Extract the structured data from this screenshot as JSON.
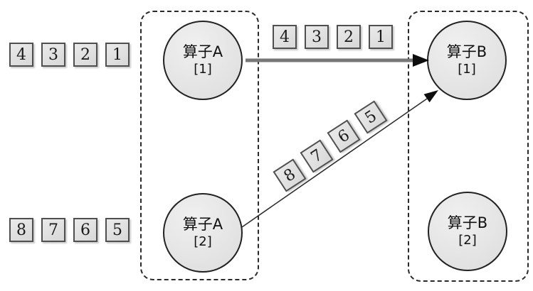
{
  "diagram": {
    "description": "operator dataflow with parallel subtasks",
    "background": "#ffffff"
  },
  "nodes": {
    "a1": {
      "name": "算子A",
      "instance": "[1]"
    },
    "a2": {
      "name": "算子A",
      "instance": "[2]"
    },
    "b1": {
      "name": "算子B",
      "instance": "[1]"
    },
    "b2": {
      "name": "算子B",
      "instance": "[2]"
    }
  },
  "queues": {
    "input_top": [
      "4",
      "3",
      "2",
      "1"
    ],
    "input_bottom": [
      "8",
      "7",
      "6",
      "5"
    ],
    "stream_horizontal": [
      "4",
      "3",
      "2",
      "1"
    ],
    "stream_diagonal": [
      "8",
      "7",
      "6",
      "5"
    ]
  },
  "edges": [
    {
      "from": "算子A [1]",
      "to": "算子B [1]",
      "style": "thick-gray"
    },
    {
      "from": "算子A [2]",
      "to": "算子B [1]",
      "style": "thin-black"
    }
  ],
  "colors": {
    "box_fill": "#e0e0e0",
    "box_border": "#4f4f4f",
    "circle_fill": "#e5e5e5",
    "circle_border": "#222222",
    "thick_arrow": "#777777",
    "arrowhead": "#0d0d0d",
    "dashed_border": "#2a2a2a"
  }
}
